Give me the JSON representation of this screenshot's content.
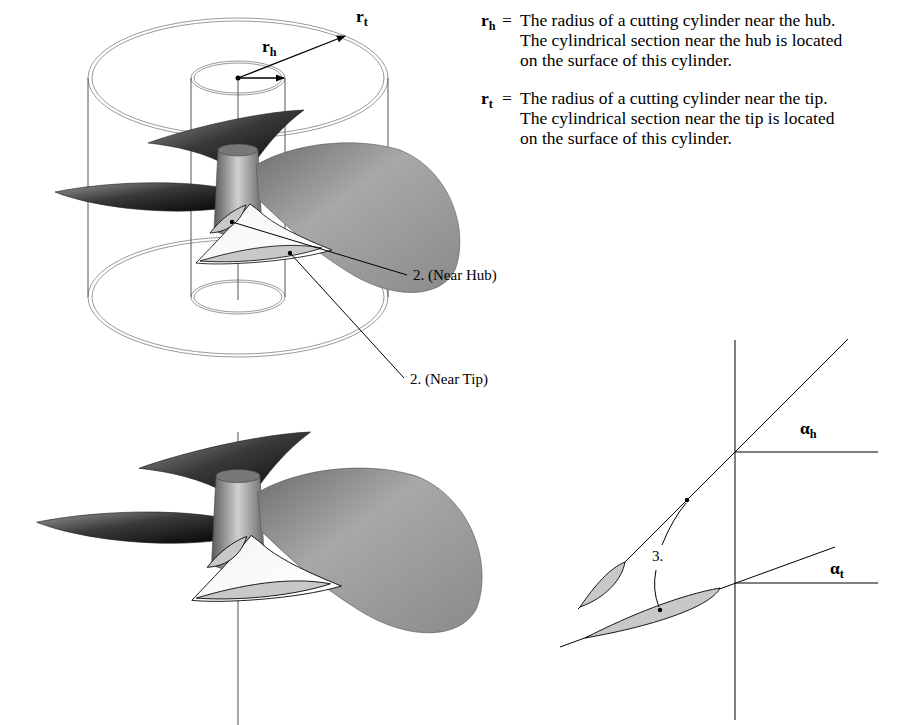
{
  "diagram": {
    "labels": [
      "rt",
      "rh",
      "rh",
      "=",
      "The radius of a cutting cylinder near the hub.",
      "The cylindrical section near the hub is located on the surface of this cylinder.",
      "rt",
      "=",
      "The radius of a cutting cylinder near the tip.",
      "The cylindrical section near the tip is located on the surface of this cylinder.",
      "2. (Near Hub)",
      "2. (Near Tip)",
      "3.",
      "αh",
      "αt"
    ]
  }
}
